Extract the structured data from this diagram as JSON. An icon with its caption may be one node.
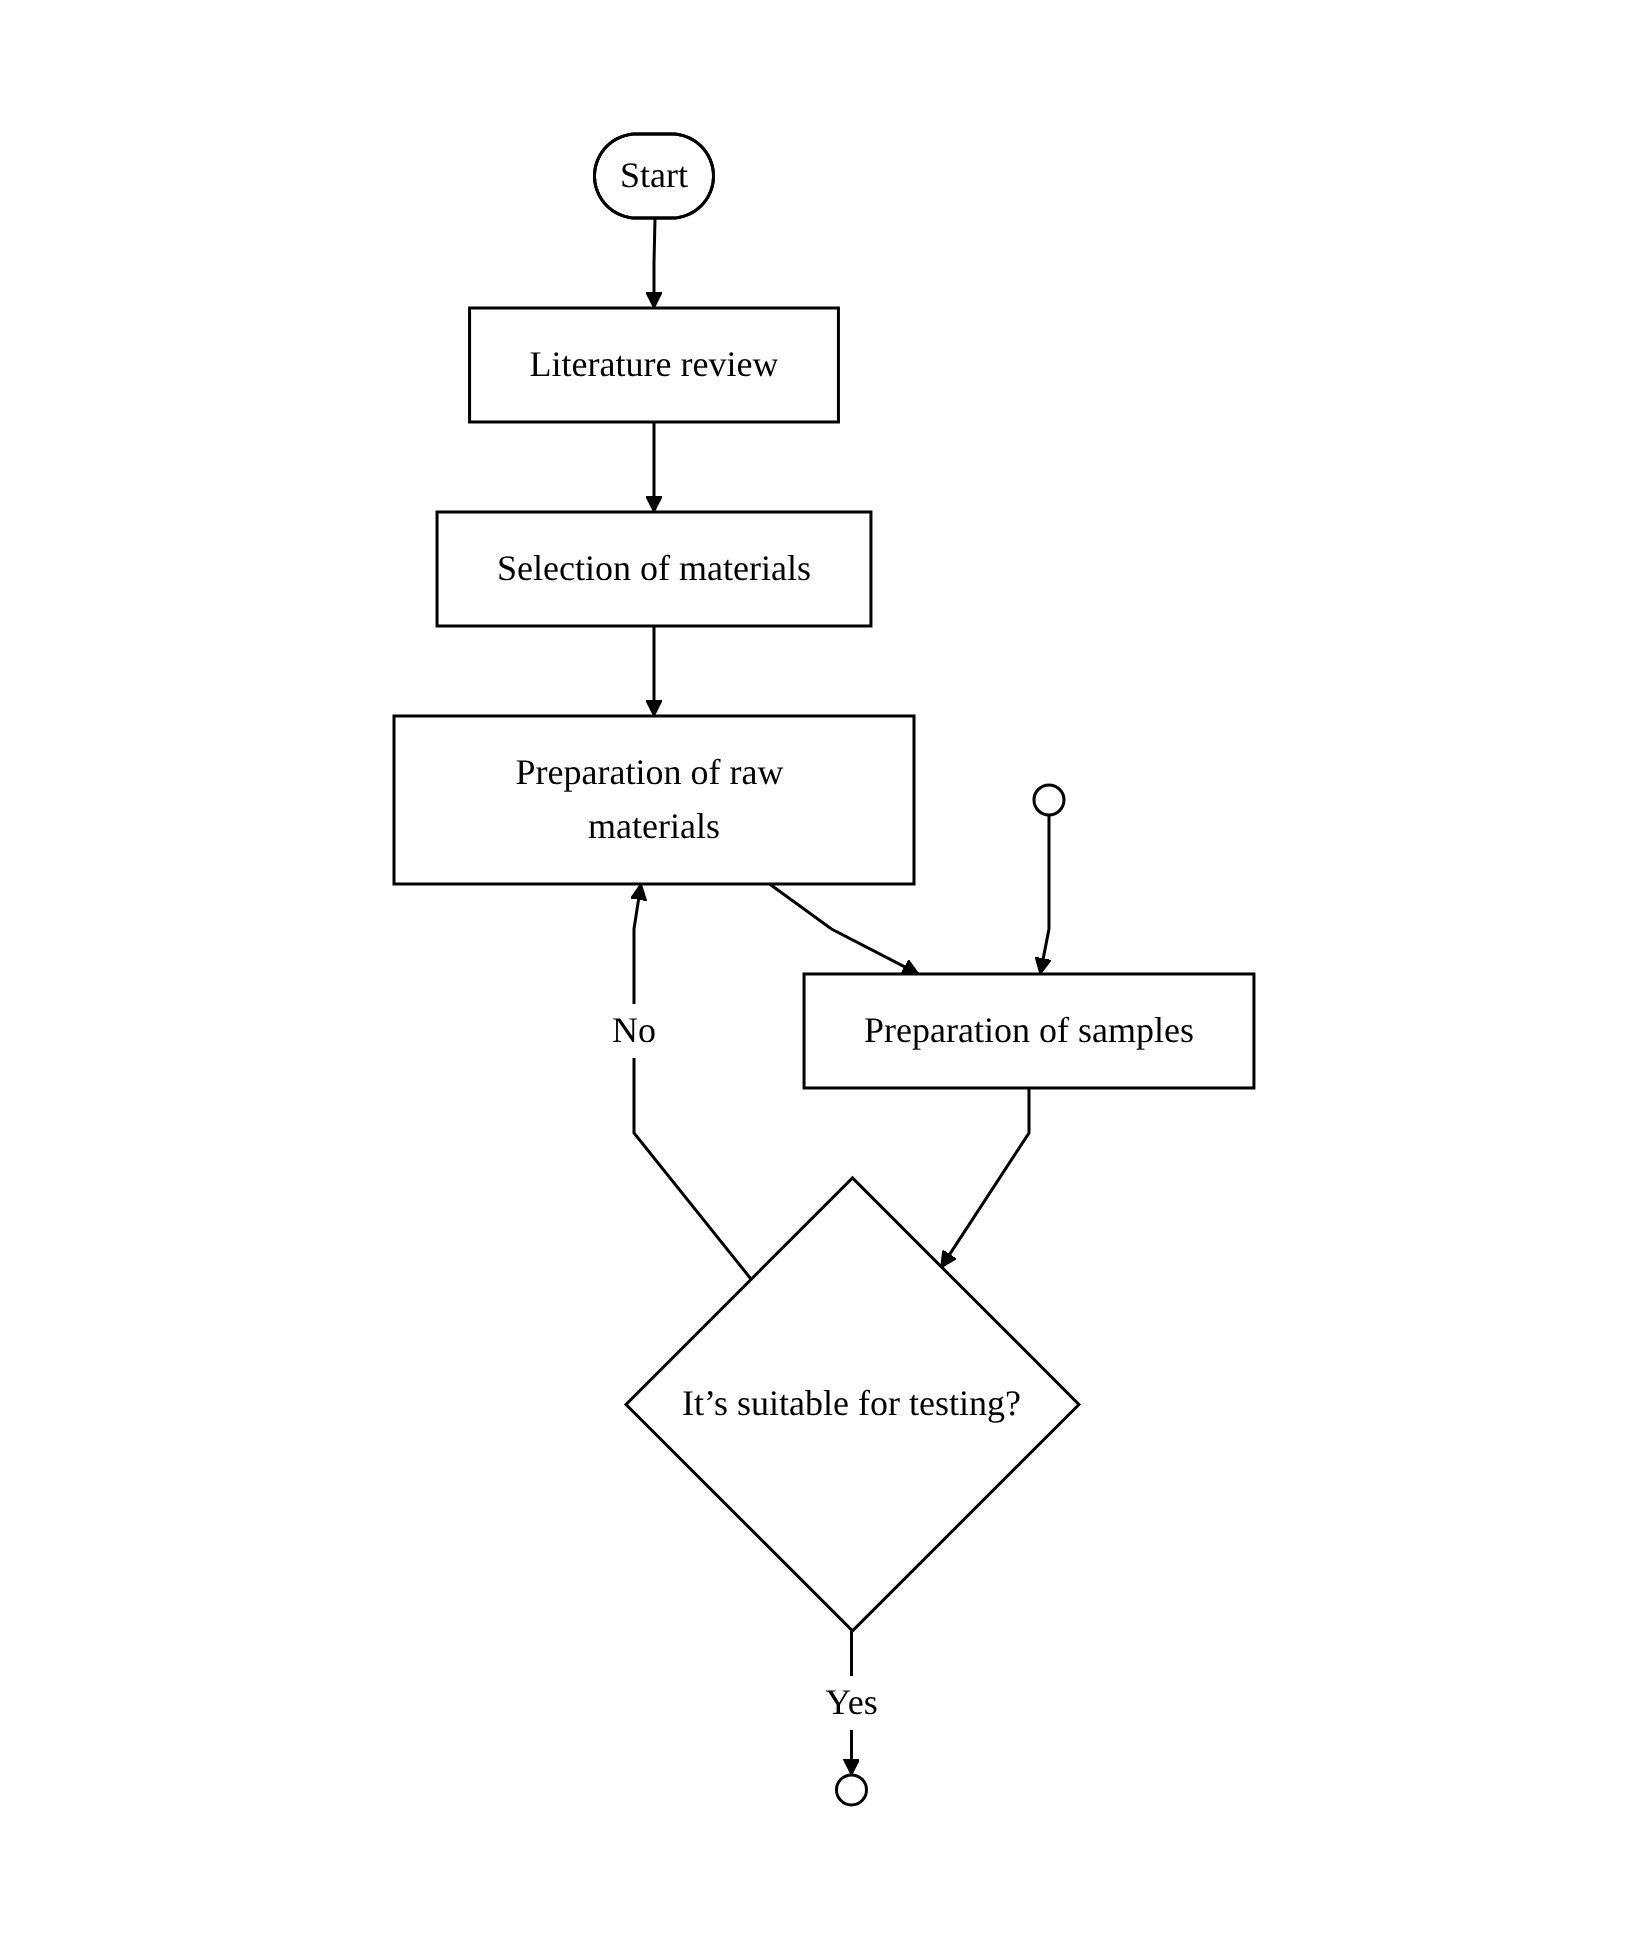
{
  "diagram": {
    "nodes": [
      {
        "text": [
          "Start"
        ]
      },
      {
        "text": [
          "Literature review"
        ]
      },
      {
        "text": [
          "Selection of materials"
        ]
      },
      {
        "text": [
          "Preparation of raw materials"
        ]
      },
      {
        "text": [
          "Preparation of samples"
        ]
      },
      {
        "text": [
          "It’s suitable for testing?"
        ]
      },
      {
        "text": [],
        "shape": "circle"
      },
      {
        "text": [],
        "shape": "circle"
      }
    ],
    "edges": [
      {
        "from": 0,
        "to": 1,
        "arrow": "to"
      },
      {
        "from": 1,
        "to": 2,
        "arrow": "to"
      },
      {
        "from": 2,
        "to": 3,
        "arrow": "to"
      },
      {
        "from": 3,
        "to": 4,
        "arrow": "to"
      },
      {
        "from": 4,
        "to": 5,
        "arrow": "to"
      },
      {
        "from": 5,
        "to": 3,
        "label": "No",
        "arrow": "to"
      },
      {
        "from": 5,
        "to": 7,
        "label": "Yes",
        "arrow": "to"
      },
      {
        "from": 6,
        "to": 4,
        "arrow": "to"
      }
    ]
  }
}
